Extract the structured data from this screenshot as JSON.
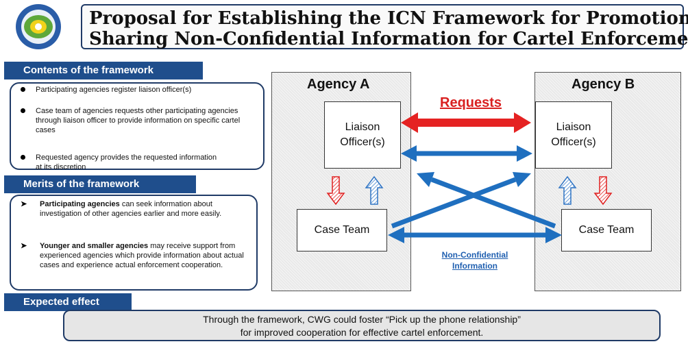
{
  "header": {
    "title_line1": "Proposal for Establishing the ICN Framework for Promotion of",
    "title_line2": "Sharing Non-Confidential Information for Cartel Enforcement"
  },
  "contents": {
    "heading": "Contents of the framework",
    "items": [
      "Participating agencies register liaison officer(s)",
      "Case team of agencies requests other participating agencies through liaison officer to provide information on specific cartel cases",
      "Requested agency provides the requested information at its discretion"
    ]
  },
  "merits": {
    "heading": "Merits of the framework",
    "items": [
      {
        "bold": "Participating agencies",
        "rest": " can seek information about investigation of other agencies earlier and more easily."
      },
      {
        "bold": "Younger and smaller agencies",
        "rest": " may receive support from experienced agencies which provide information about actual cases and experience actual enforcement cooperation."
      }
    ]
  },
  "effect": {
    "heading": "Expected effect",
    "line1": "Through the framework, CWG could foster “Pick up the phone relationship”",
    "line2": "for improved cooperation for effective cartel enforcement."
  },
  "diagram": {
    "agency_a": "Agency A",
    "agency_b": "Agency B",
    "liaison_line1": "Liaison",
    "liaison_line2": "Officer(s)",
    "case_team": "Case Team",
    "requests": "Requests",
    "non_confidential_line1": "Non-Confidential",
    "non_confidential_line2": "Information"
  },
  "colors": {
    "header_blue": "#1f4e8c",
    "request_red": "#e02020",
    "info_blue": "#1f6fbf"
  }
}
